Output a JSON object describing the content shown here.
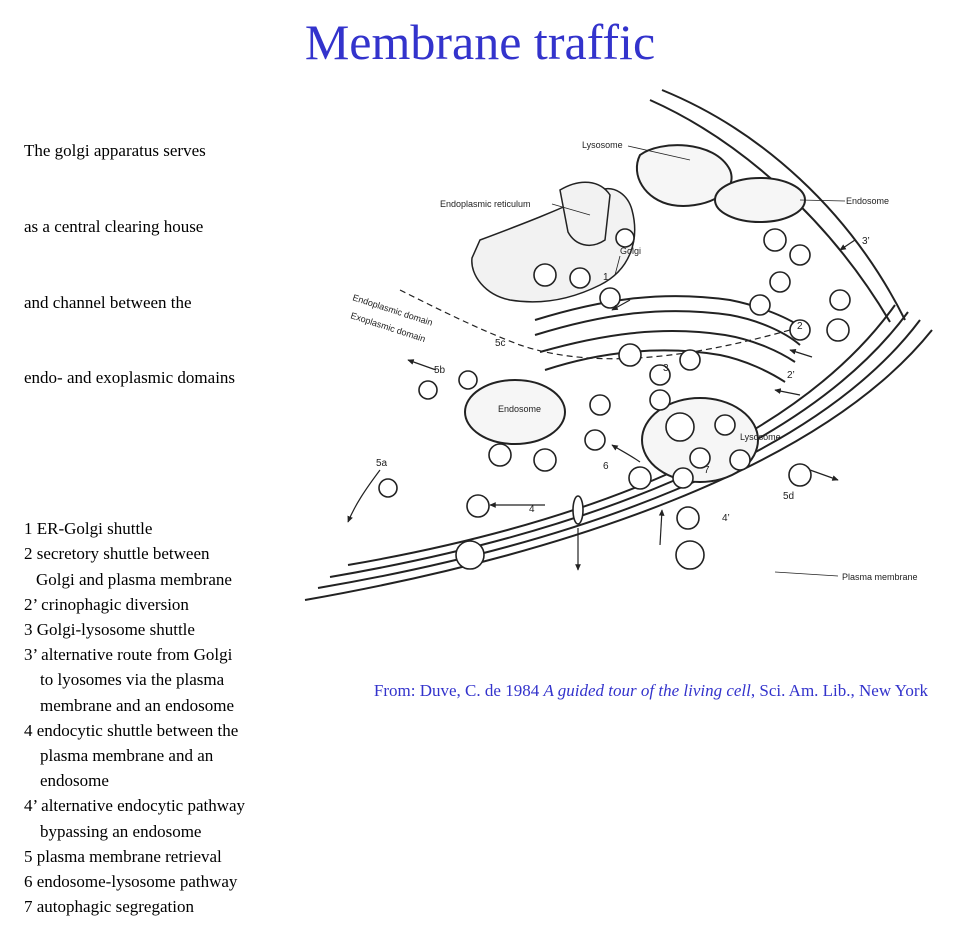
{
  "title": "Membrane traffic",
  "legend": {
    "intro": [
      "The golgi apparatus serves",
      "as a central clearing house",
      "and channel between the",
      "endo- and exoplasmic domains"
    ],
    "items": [
      {
        "text": "1 ER-Golgi shuttle",
        "indent": 0
      },
      {
        "text": "2 secretory shuttle between",
        "indent": 0
      },
      {
        "text": "Golgi and plasma membrane",
        "indent": 2
      },
      {
        "text": "2’ crinophagic diversion",
        "indent": 0
      },
      {
        "text": "3 Golgi-lysosome shuttle",
        "indent": 0
      },
      {
        "text": "3’ alternative route from Golgi",
        "indent": 0
      },
      {
        "text": "to lyosomes via the plasma",
        "indent": 1
      },
      {
        "text": "membrane and an endosome",
        "indent": 1
      },
      {
        "text": "4 endocytic shuttle between the",
        "indent": 0
      },
      {
        "text": "plasma membrane and an",
        "indent": 1
      },
      {
        "text": "endosome",
        "indent": 1
      },
      {
        "text": "4’ alternative endocytic pathway",
        "indent": 0
      },
      {
        "text": "bypassing an endosome",
        "indent": 1
      },
      {
        "text": "5 plasma membrane retrieval",
        "indent": 0
      },
      {
        "text": "6 endosome-lysosome pathway",
        "indent": 0
      },
      {
        "text": "7 autophagic segregation",
        "indent": 0
      }
    ]
  },
  "diagram": {
    "labels": {
      "lysosome_top": "Lysosome",
      "endosome_top": "Endosome",
      "endoplasmic_reticulum": "Endoplasmic reticulum",
      "golgi": "Golgi",
      "endoplasmic_domain": "Endoplasmic domain",
      "exoplasmic_domain": "Exoplasmic domain",
      "endosome_center": "Endosome",
      "lysosome_right": "Lysosome",
      "plasma_membrane": "Plasma membrane"
    },
    "numbers": {
      "n1": "1",
      "n2": "2",
      "n2p": "2’",
      "n3": "3",
      "n3p": "3’",
      "n4": "4",
      "n4p": "4’",
      "n5a": "5a",
      "n5b": "5b",
      "n5c": "5c",
      "n5d": "5d",
      "n6": "6",
      "n7": "7"
    }
  },
  "credit": {
    "prefix": "From: Duve, C. de 1984 ",
    "book": "A guided tour of the living cell",
    "suffix": ", Sci. Am. Lib., New York"
  }
}
